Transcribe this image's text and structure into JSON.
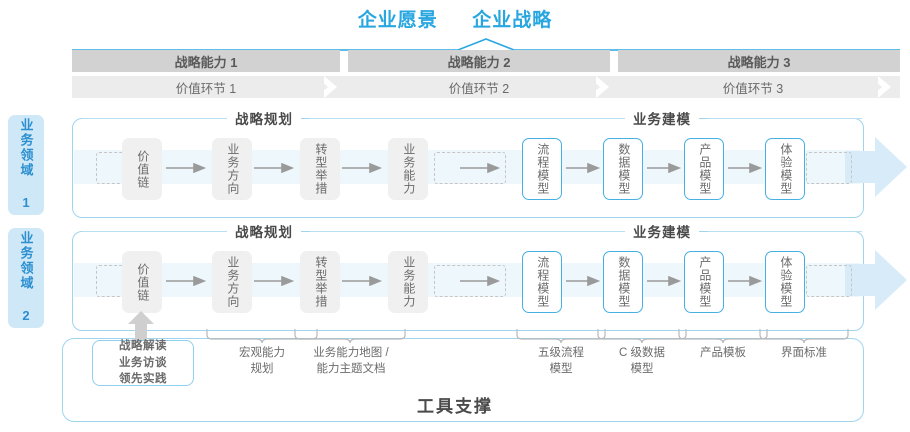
{
  "header": {
    "title_left": "企业愿景",
    "title_right": "企业战略"
  },
  "capability_bands": [
    {
      "label": "战略能力 1"
    },
    {
      "label": "战略能力 2"
    },
    {
      "label": "战略能力 3"
    }
  ],
  "value_bands": [
    {
      "label": "价值环节 1"
    },
    {
      "label": "价值环节 2"
    },
    {
      "label": "价值环节 3"
    }
  ],
  "side_labels": [
    {
      "label": "业务领域 1"
    },
    {
      "label": "业务领域 2"
    }
  ],
  "rows": [
    {
      "section_left": "战略规划",
      "section_right": "业务建模",
      "nodes": [
        {
          "label": "价值链",
          "style": "gray"
        },
        {
          "label": "业务方向",
          "style": "gray"
        },
        {
          "label": "转型举措",
          "style": "gray"
        },
        {
          "label": "业务能力",
          "style": "gray"
        },
        {
          "label": "流程模型",
          "style": "blue"
        },
        {
          "label": "数据模型",
          "style": "blue"
        },
        {
          "label": "产品模型",
          "style": "blue"
        },
        {
          "label": "体验模型",
          "style": "blue"
        }
      ]
    },
    {
      "section_left": "战略规划",
      "section_right": "业务建模",
      "nodes": [
        {
          "label": "价值链",
          "style": "gray"
        },
        {
          "label": "业务方向",
          "style": "gray"
        },
        {
          "label": "转型举措",
          "style": "gray"
        },
        {
          "label": "业务能力",
          "style": "gray"
        },
        {
          "label": "流程模型",
          "style": "blue"
        },
        {
          "label": "数据模型",
          "style": "blue"
        },
        {
          "label": "产品模型",
          "style": "blue"
        },
        {
          "label": "体验模型",
          "style": "blue"
        }
      ]
    }
  ],
  "tool_box": {
    "line1": "战略解读",
    "line2": "业务访谈",
    "line3": "领先实践"
  },
  "bottom_labels": [
    {
      "line1": "宏观能力",
      "line2": "规划"
    },
    {
      "line1": "业务能力地图 /",
      "line2": "能力主题文档"
    },
    {
      "line1": "五级流程",
      "line2": "模型"
    },
    {
      "line1": "C 级数据",
      "line2": "模型"
    },
    {
      "line1": "产品模板",
      "line2": ""
    },
    {
      "line1": "界面标准",
      "line2": ""
    }
  ],
  "footer": {
    "title": "工具支撑"
  },
  "colors": {
    "accent_blue": "#27a6e0",
    "node_blue_border": "#47b0e3",
    "band_gray": "#d2d2d2",
    "band_light": "#ececec",
    "side_bg": "#cfe8f7",
    "pale_band": "#eef7fc"
  }
}
